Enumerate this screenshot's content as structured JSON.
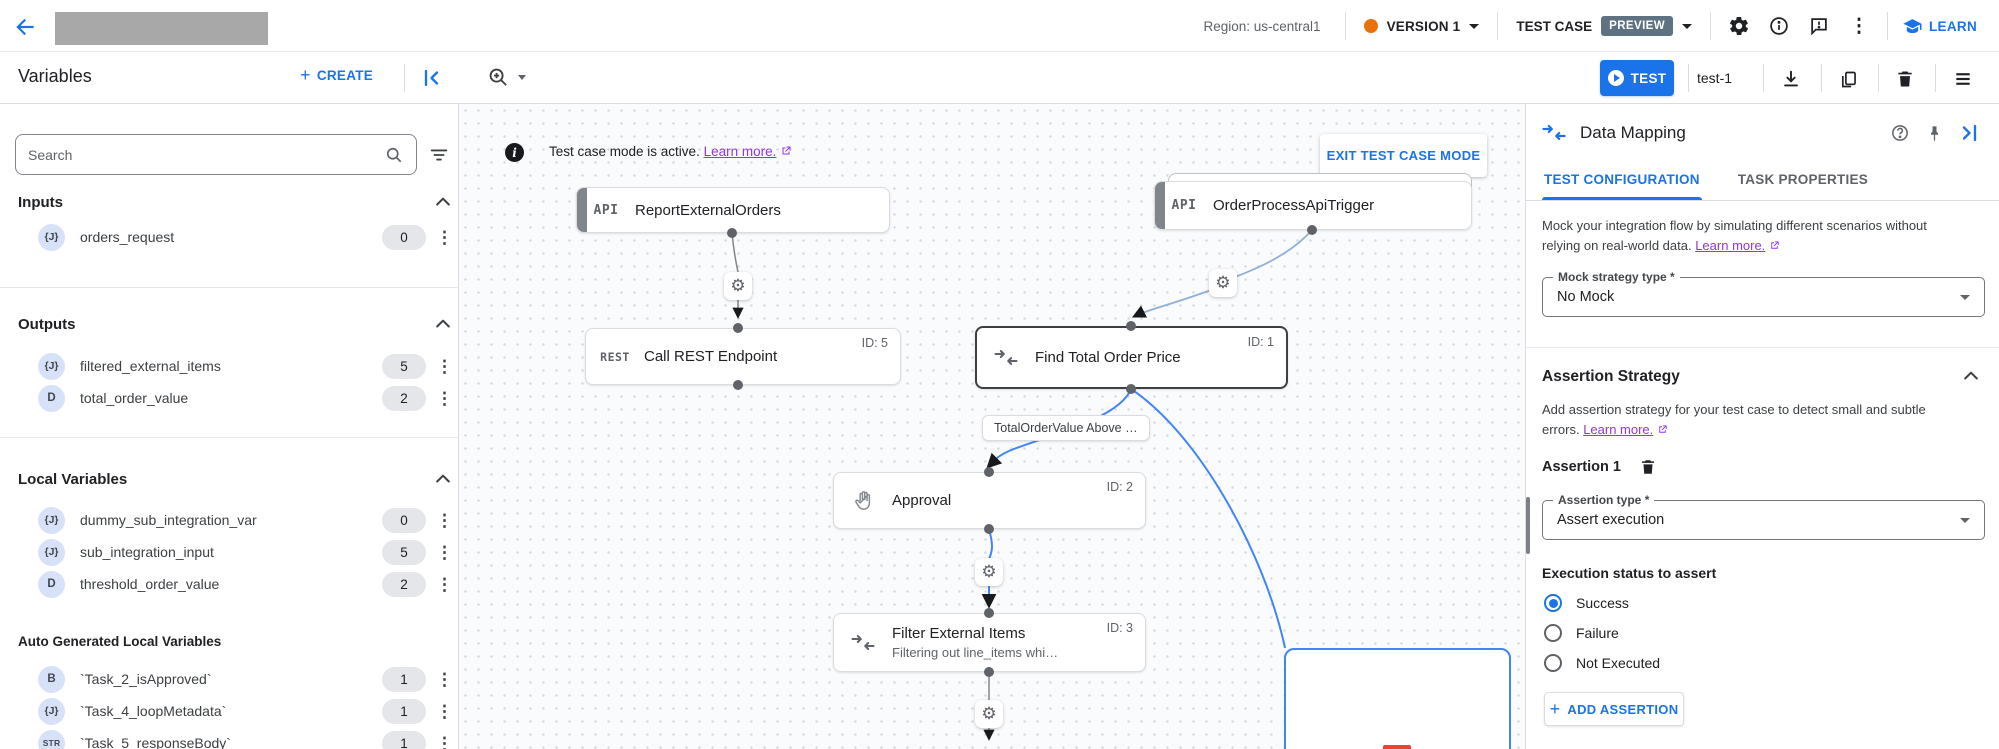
{
  "colors": {
    "accent": "#1a73e8",
    "edge_blue": "#4285f4",
    "preview_badge_bg": "#5f7282",
    "version_dot": "#e8710a",
    "link_purple": "#9334e6",
    "selection_red": "#ea4335"
  },
  "app_bar": {
    "region": "Region: us-central1",
    "version": "VERSION 1",
    "test_case": "TEST CASE",
    "preview_badge": "PREVIEW",
    "learn": "LEARN"
  },
  "toolbar": {
    "title": "Variables",
    "create": "CREATE",
    "test": "TEST",
    "test_case_name": "test-1"
  },
  "sidebar": {
    "search_placeholder": "Search",
    "inputs_title": "Inputs",
    "outputs_title": "Outputs",
    "locals_title": "Local Variables",
    "auto_title": "Auto Generated Local Variables",
    "rows": [
      {
        "type": "{J}",
        "label": "orders_request",
        "count": "0"
      },
      {
        "type": "{J}",
        "label": "filtered_external_items",
        "count": "5"
      },
      {
        "type": "D",
        "label": "total_order_value",
        "count": "2"
      },
      {
        "type": "{J}",
        "label": "dummy_sub_integration_var",
        "count": "0"
      },
      {
        "type": "{J}",
        "label": "sub_integration_input",
        "count": "5"
      },
      {
        "type": "D",
        "label": "threshold_order_value",
        "count": "2"
      },
      {
        "type": "B",
        "label": "`Task_2_isApproved`",
        "count": "1"
      },
      {
        "type": "{J}",
        "label": "`Task_4_loopMetadata`",
        "count": "1"
      },
      {
        "type": "STR",
        "label": "`Task_5_responseBody`",
        "count": "1"
      }
    ]
  },
  "canvas": {
    "banner_text": "Test case mode is active.",
    "banner_link": "Learn more.",
    "exit_button": "EXIT TEST CASE MODE",
    "edge_label": "TotalOrderValue Above …",
    "nodes": {
      "report": {
        "glyph": "API",
        "title": "ReportExternalOrders"
      },
      "trigger": {
        "glyph": "API",
        "title": "OrderProcessApiTrigger"
      },
      "rest": {
        "glyph": "REST",
        "title": "Call REST Endpoint",
        "id": "ID: 5"
      },
      "find": {
        "title": "Find Total Order Price",
        "id": "ID: 1"
      },
      "approval": {
        "title": "Approval",
        "id": "ID: 2"
      },
      "filter": {
        "title": "Filter External Items",
        "subtitle": "Filtering out line_items whi…",
        "id": "ID: 3"
      }
    }
  },
  "panel": {
    "title": "Data Mapping",
    "tabs": [
      "TEST CONFIGURATION",
      "TASK PROPERTIES"
    ],
    "mock_desc_1": "Mock your integration flow by simulating different scenarios without",
    "mock_desc_2": "relying on real-world data.",
    "mock_link": "Learn more.",
    "mock_field_label": "Mock strategy type *",
    "mock_field_value": "No Mock",
    "assertion_title": "Assertion Strategy",
    "assertion_desc_1": "Add assertion strategy for your test case to detect small and subtle",
    "assertion_desc_2": "errors.",
    "assertion_link": "Learn more.",
    "assertion_item": "Assertion 1",
    "type_field_label": "Assertion type *",
    "type_field_value": "Assert execution",
    "status_label": "Execution status to assert",
    "radios": [
      "Success",
      "Failure",
      "Not Executed"
    ],
    "add_button": "ADD ASSERTION"
  }
}
